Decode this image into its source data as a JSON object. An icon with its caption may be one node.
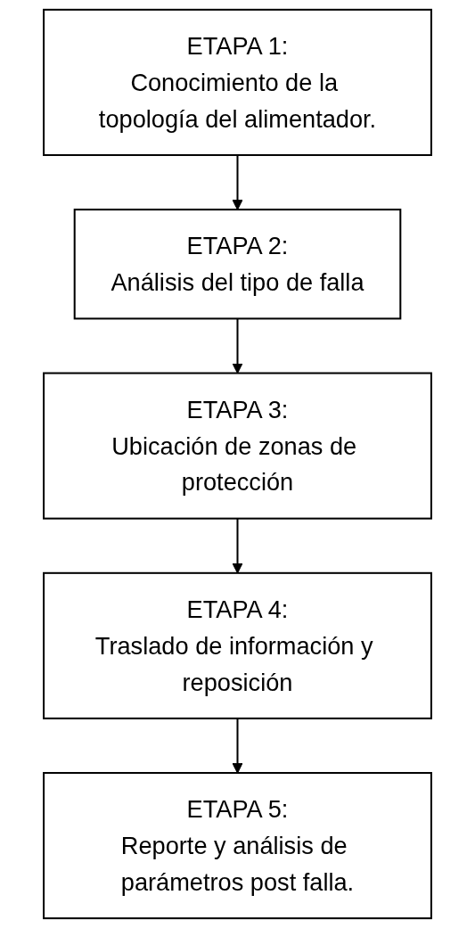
{
  "diagram": {
    "nodes": [
      {
        "text": [
          "ETAPA 1:",
          "Conocimiento de la topología del alimentador."
        ]
      },
      {
        "text": [
          "ETAPA 2:",
          "Análisis del tipo de falla"
        ]
      },
      {
        "text": [
          "ETAPA 3:",
          "Ubicación de zonas de protección"
        ]
      },
      {
        "text": [
          "ETAPA 4:",
          "Traslado de información y reposición"
        ]
      },
      {
        "text": [
          "ETAPA 5:",
          "Reporte y análisis de parámetros post falla."
        ]
      }
    ],
    "edges": [
      {
        "from": 0,
        "to": 1,
        "arrow": "to"
      },
      {
        "from": 1,
        "to": 2,
        "arrow": "to"
      },
      {
        "from": 2,
        "to": 3,
        "arrow": "to"
      },
      {
        "from": 3,
        "to": 4,
        "arrow": "to"
      }
    ]
  }
}
